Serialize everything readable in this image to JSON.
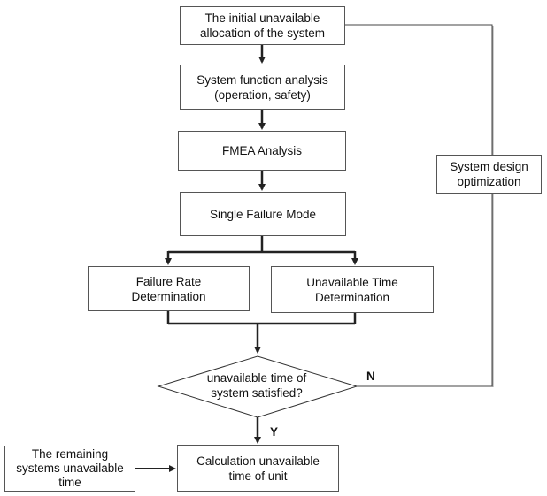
{
  "nodes": {
    "initial_allocation": "The initial unavailable\nallocation of the system",
    "function_analysis": "System function analysis\n(operation, safety)",
    "fmea": "FMEA Analysis",
    "single_failure": "Single Failure Mode",
    "failure_rate": "Failure Rate\nDetermination",
    "unavailable_time": "Unavailable Time\nDetermination",
    "decision": "unavailable time of\nsystem satisfied?",
    "calculation": "Calculation unavailable\ntime of unit",
    "remaining_systems": "The remaining\nsystems unavailable\ntime",
    "design_optimization": "System design\noptimization"
  },
  "edge_labels": {
    "no": "N",
    "yes": "Y"
  }
}
